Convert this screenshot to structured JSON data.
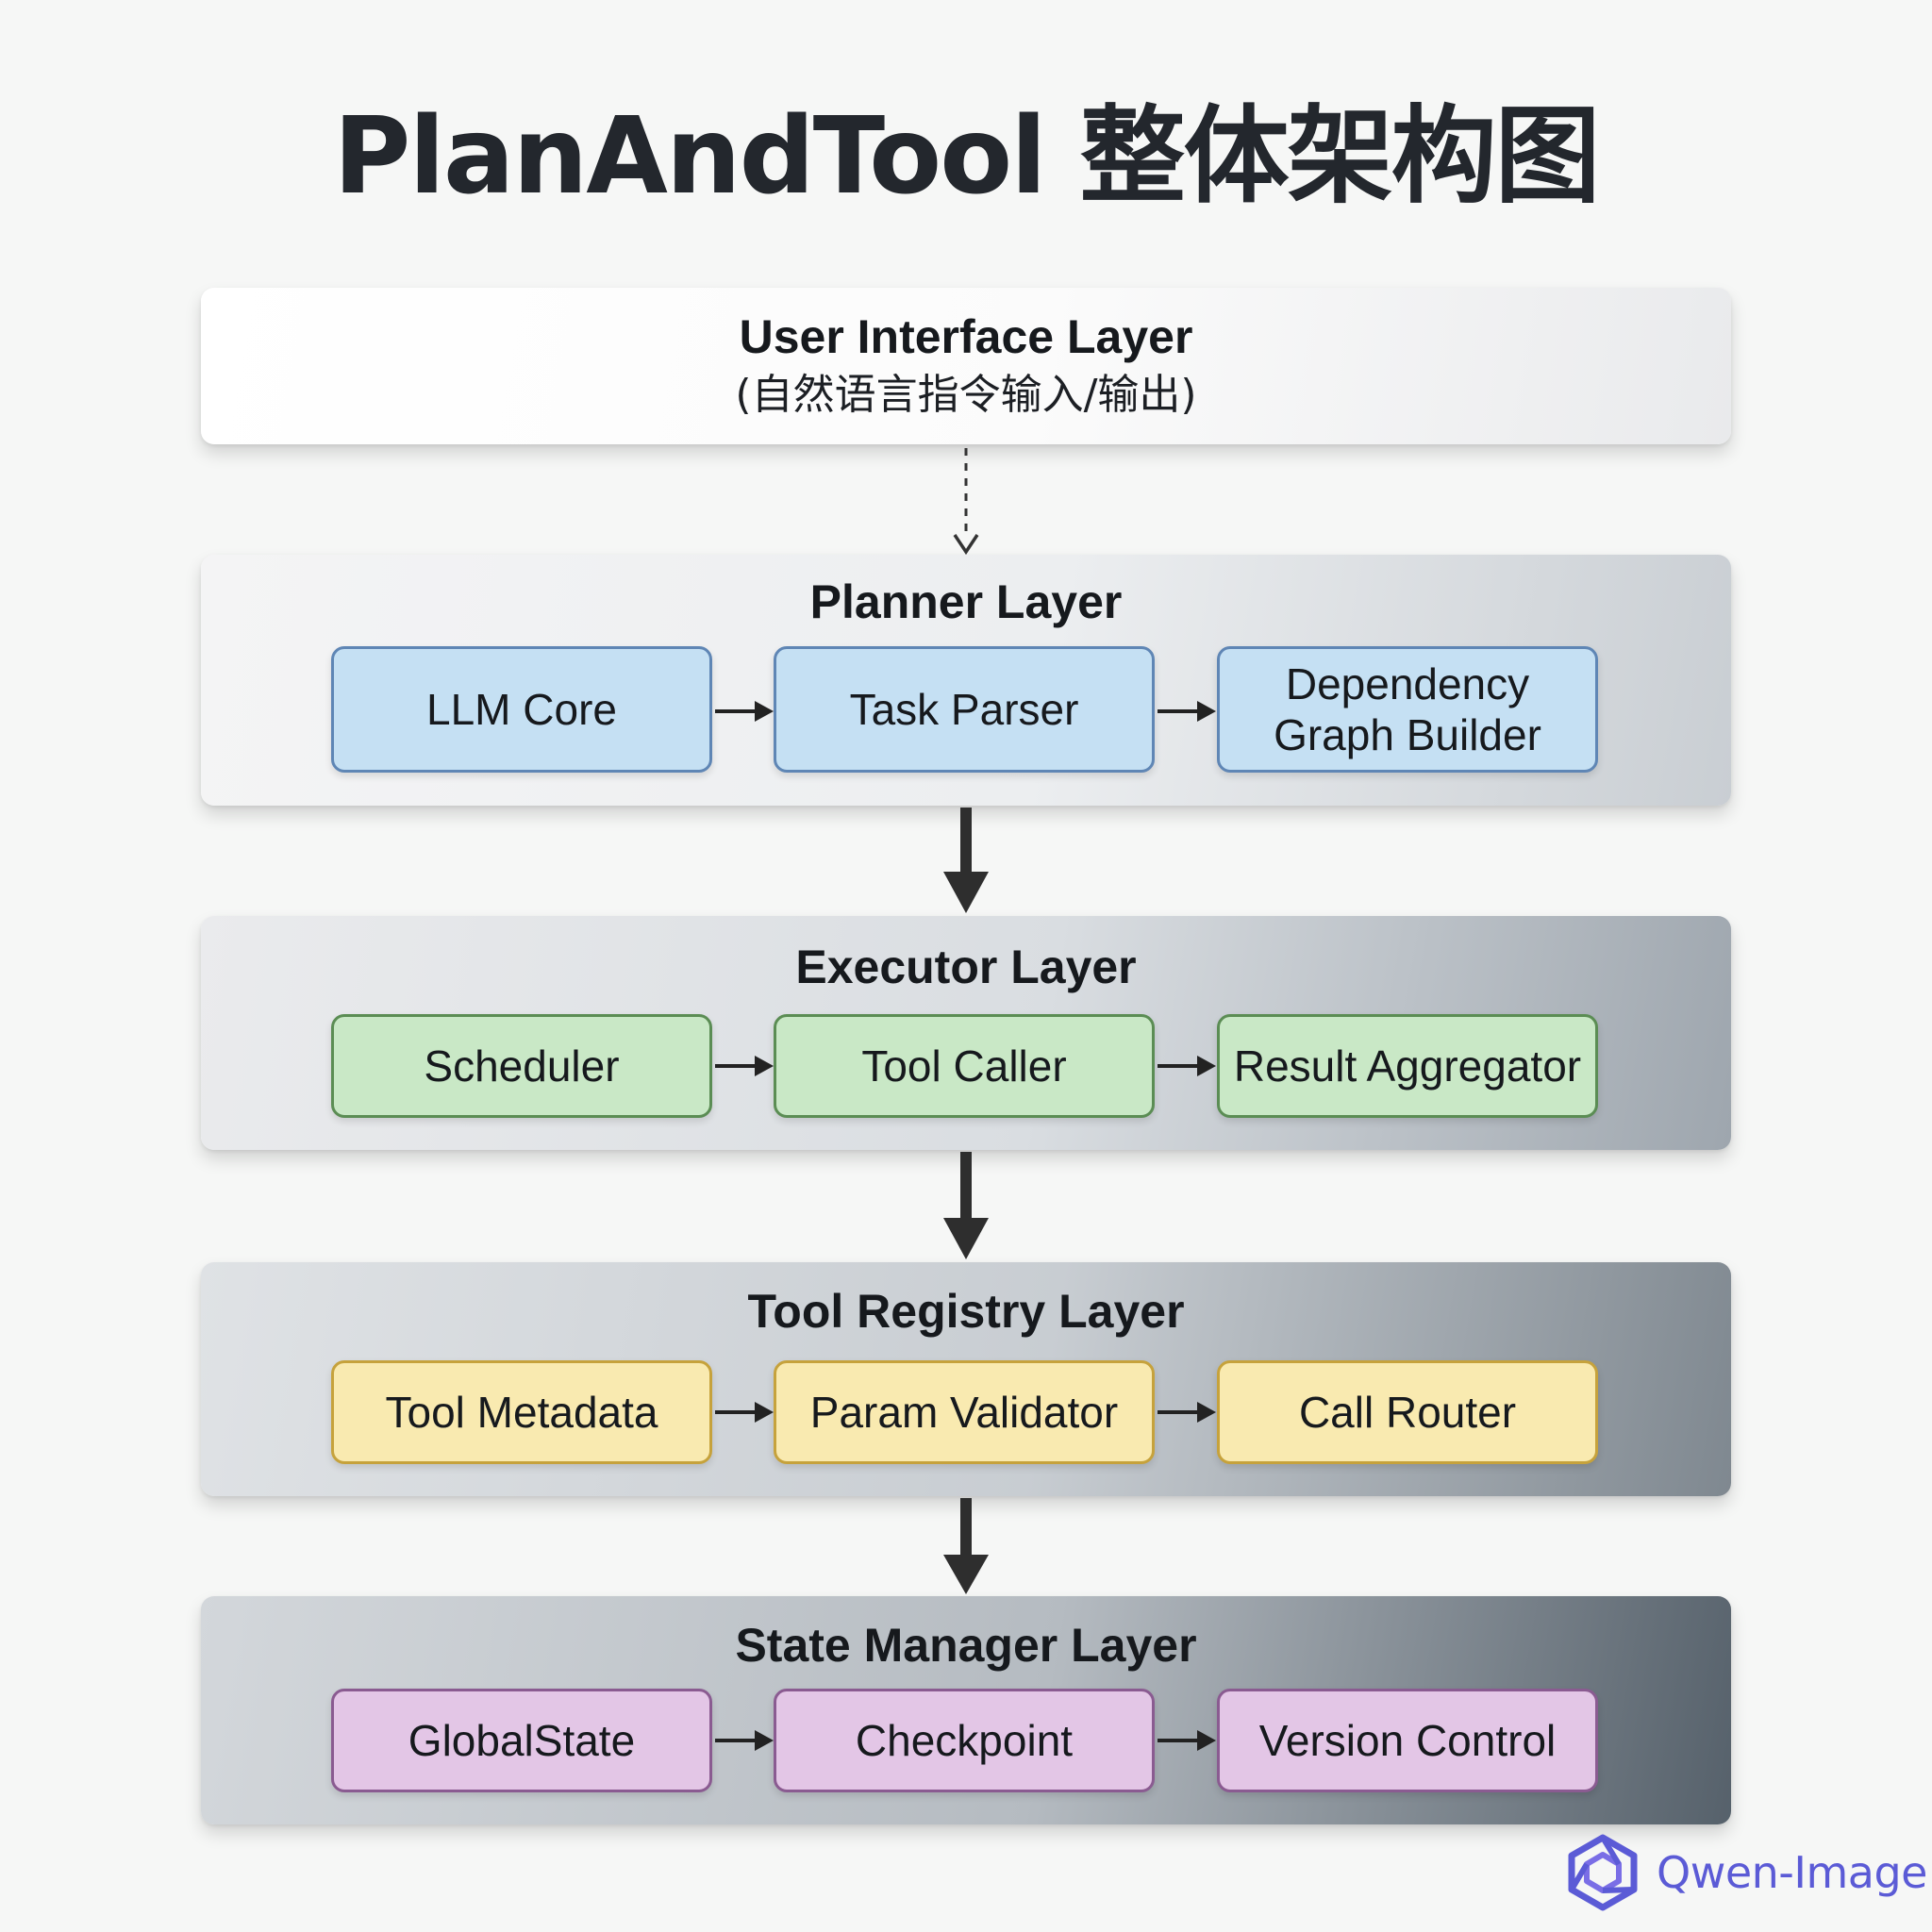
{
  "title": "PlanAndTool 整体架构图",
  "layers": [
    {
      "title": "User Interface Layer",
      "subtitle": "(自然语言指令输入/输出)",
      "components": []
    },
    {
      "title": "Planner Layer",
      "color": "#c5e0f3",
      "components": [
        "LLM Core",
        "Task Parser",
        "Dependency Graph Builder"
      ]
    },
    {
      "title": "Executor Layer",
      "color": "#c9e8c6",
      "components": [
        "Scheduler",
        "Tool Caller",
        "Result Aggregator"
      ]
    },
    {
      "title": "Tool Registry Layer",
      "color": "#f9eab0",
      "components": [
        "Tool Metadata",
        "Param Validator",
        "Call Router"
      ]
    },
    {
      "title": "State Manager Layer",
      "color": "#e3c6e6",
      "components": [
        "GlobalState",
        "Checkpoint",
        "Version Control"
      ]
    }
  ],
  "watermark": {
    "text": "Qwen-Image",
    "icon": "qwen-logo-icon",
    "color": "#5b5bd6"
  }
}
